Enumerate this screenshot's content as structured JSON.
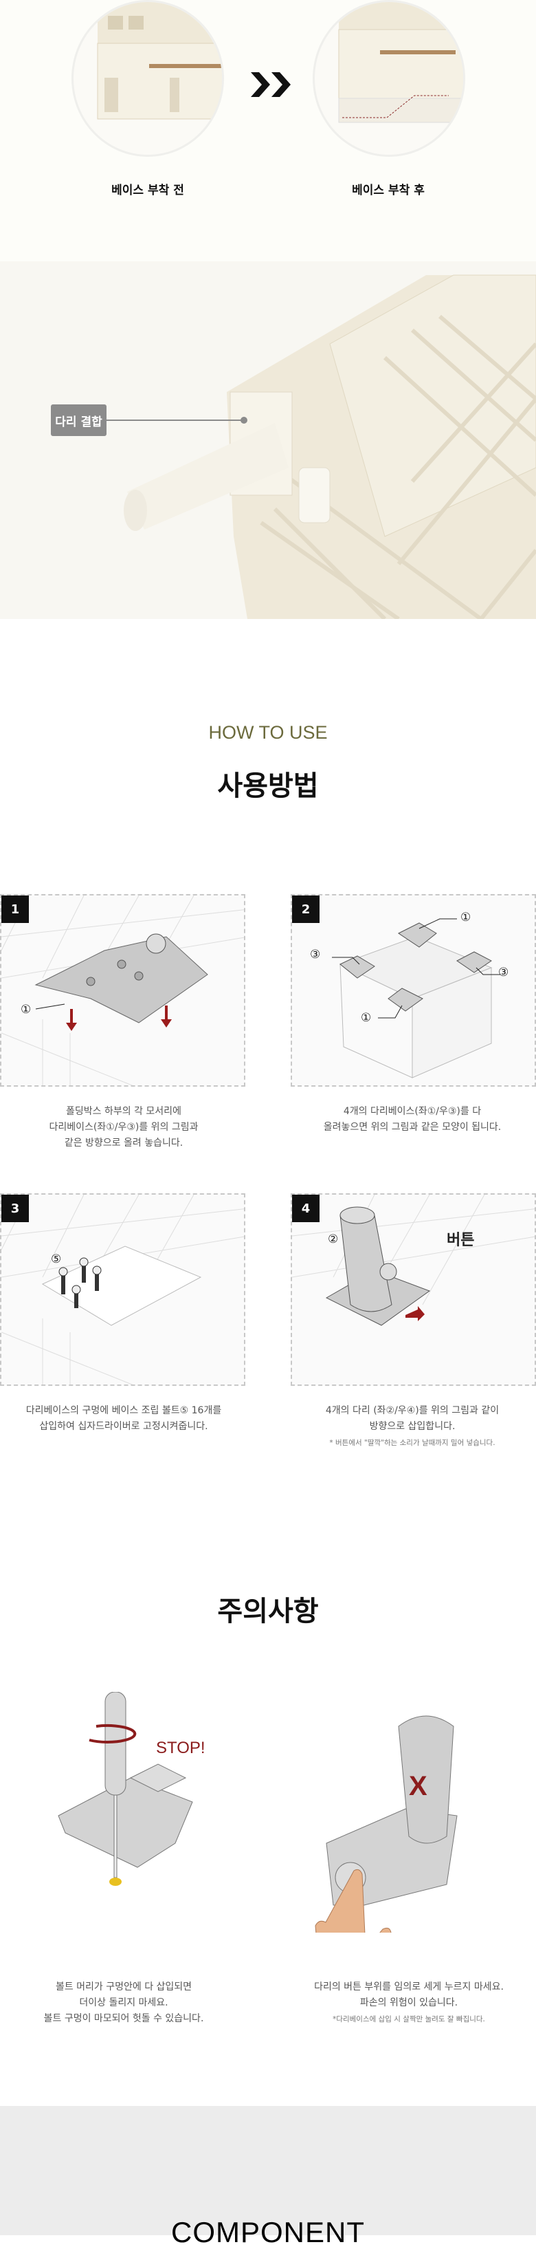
{
  "comparison": {
    "before_label": "베이스 부착 전",
    "after_label": "베이스 부착 후",
    "arrow_icon": "double-chevron-right-icon"
  },
  "photo": {
    "tag_label": "다리 결합"
  },
  "how_to_use": {
    "eyebrow": "HOW TO USE",
    "title": "사용방법",
    "steps": [
      {
        "number": "1",
        "callouts": [
          "①"
        ],
        "caption": [
          "폴딩박스 하부의 각 모서리에",
          "다리베이스(좌①/우③)를 위의 그림과",
          "같은 방향으로 올려 놓습니다."
        ]
      },
      {
        "number": "2",
        "callouts": [
          "①",
          "③",
          "③",
          "①"
        ],
        "caption": [
          "4개의 다리베이스(좌①/우③)를 다",
          "올려놓으면 위의 그림과 같은 모양이 됩니다."
        ]
      },
      {
        "number": "3",
        "callouts": [
          "⑤"
        ],
        "caption": [
          "다리베이스의 구멍에 베이스 조립 볼트⑤ 16개를",
          "삽입하여 십자드라이버로 고정시켜줍니다."
        ]
      },
      {
        "number": "4",
        "callouts": [
          "②",
          "버튼"
        ],
        "caption": [
          "4개의 다리 (좌②/우④)를 위의 그림과 같이",
          "방향으로 삽입합니다."
        ],
        "note": "* 버튼에서 \"딸깍\"하는 소리가 날때까지 밀어 넣습니다."
      }
    ]
  },
  "caution": {
    "title": "주의사항",
    "items": [
      {
        "badge": "STOP!",
        "caption": [
          "볼트 머리가 구멍안에 다 삽입되면",
          "더이상 돌리지 마세요.",
          "볼트 구멍이 마모되어 헛돌 수 있습니다."
        ]
      },
      {
        "badge": "X",
        "caption": [
          "다리의 버튼 부위를 임의로 세게 누르지 마세요.",
          "파손의 위험이 있습니다."
        ],
        "note": "*다리베이스에 삽입 시 살짝만 눌려도 잘 빠집니다."
      }
    ],
    "accent": "#8b1c1c"
  },
  "component": {
    "title": "COMPONENT"
  },
  "colors": {
    "eyebrow": "#6b6a3c",
    "tag": "#8b8b8b",
    "cream": "#f3efe2"
  }
}
